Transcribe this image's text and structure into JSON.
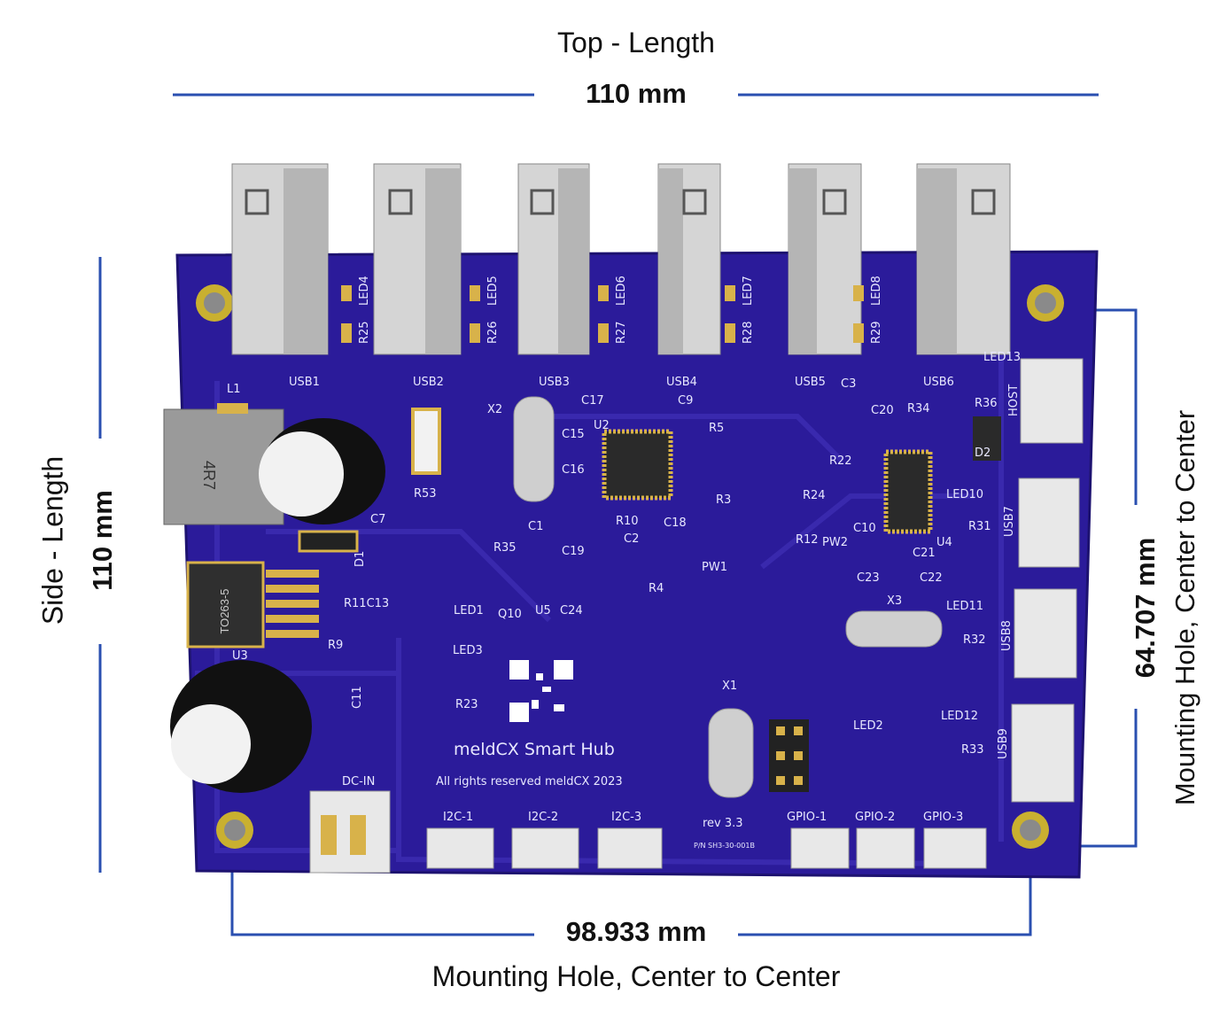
{
  "dimensions": {
    "top": {
      "title": "Top - Length",
      "value": "110 mm"
    },
    "side": {
      "title": "Side - Length",
      "value": "110 mm"
    },
    "hole_horizontal": {
      "value": "98.933 mm",
      "title": "Mounting Hole, Center to Center"
    },
    "hole_vertical": {
      "value": "64.707  mm",
      "title": "Mounting Hole, Center to Center"
    }
  },
  "board": {
    "name": "meldCX Smart Hub",
    "copyright": "All rights reserved meldCX 2023",
    "revision": "rev 3.3",
    "part_number": "P/N SH3-30-001B",
    "usb_labels": [
      "USB1",
      "USB2",
      "USB3",
      "USB4",
      "USB5",
      "USB6"
    ],
    "led_top_labels": [
      "LED4",
      "LED5",
      "LED6",
      "LED7",
      "LED8"
    ],
    "res_top_labels": [
      "R25",
      "R26",
      "R27",
      "R28",
      "R29"
    ],
    "bottom_connectors": [
      "I2C-1",
      "I2C-2",
      "I2C-3",
      "GPIO-1",
      "GPIO-2",
      "GPIO-3"
    ],
    "right_connectors": [
      "HOST",
      "USB7",
      "USB8",
      "USB9"
    ],
    "right_leds": [
      "LED13",
      "LED10",
      "LED11",
      "LED12"
    ],
    "right_res": [
      "R36",
      "R31",
      "R32",
      "R33"
    ],
    "inductor_marking": "4R7",
    "regulator_marking": "TO263-5",
    "dc_in_label": "DC-IN",
    "component_labels": {
      "L1": "L1",
      "C7": "C7",
      "R53": "R53",
      "D1": "D1",
      "U3": "U3",
      "R9": "R9",
      "R11C13": "R11C13",
      "C11": "C11",
      "X2": "X2",
      "C17": "C17",
      "C9": "C9",
      "C15": "C15",
      "U2": "U2",
      "R5": "R5",
      "C16": "C16",
      "R3": "R3",
      "C1": "C1",
      "C19": "C19",
      "R10": "R10",
      "C18": "C18",
      "C2": "C2",
      "PW1": "PW1",
      "R4": "R4",
      "R35": "R35",
      "LED1": "LED1",
      "Q10": "Q10",
      "U5": "U5",
      "C24": "C24",
      "LED3": "LED3",
      "R23": "R23",
      "C3": "C3",
      "C20": "C20",
      "R34": "R34",
      "R22": "R22",
      "R24": "R24",
      "R12": "R12",
      "PW2": "PW2",
      "C10": "C10",
      "U4": "U4",
      "C21": "C21",
      "C23": "C23",
      "X3": "X3",
      "C22": "C22",
      "D2": "D2",
      "X1": "X1",
      "LED2": "LED2"
    }
  },
  "colors": {
    "board": "#2b1b9a",
    "board_edge": "#1d1270",
    "dimension_line": "#2a4fb0",
    "usb_metal": "#d5d5d5",
    "pad_gold": "#d8b24a"
  }
}
